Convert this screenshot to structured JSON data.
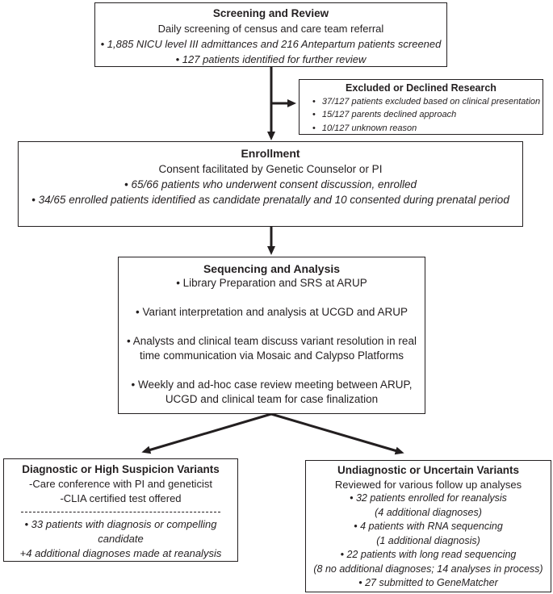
{
  "colors": {
    "text": "#231f20",
    "border": "#231f20",
    "arrow": "#231f20",
    "background": "#ffffff"
  },
  "boxes": {
    "screening": {
      "title": "Screening and Review",
      "subtitle": "Daily screening of census and care team referral",
      "bullets": [
        "1,885 NICU level III admittances and 216 Antepartum patients screened",
        "127 patients identified for further review"
      ]
    },
    "excluded": {
      "title": "Excluded or Declined Research",
      "bullets": [
        "37/127 patients excluded based on clinical presentation",
        "15/127 parents declined approach",
        "10/127 unknown reason"
      ]
    },
    "enrollment": {
      "title": "Enrollment",
      "subtitle": "Consent facilitated by Genetic Counselor or PI",
      "bullets": [
        "65/66 patients who underwent consent discussion, enrolled",
        "34/65 enrolled patients identified as candidate prenatally and 10 consented during prenatal period"
      ]
    },
    "sequencing": {
      "title": "Sequencing and Analysis",
      "bullets": [
        "Library Preparation and SRS at ARUP",
        "Variant interpretation and analysis at UCGD and ARUP",
        "Analysts and clinical team discuss variant resolution in real time communication via Mosaic and Calypso Platforms",
        "Weekly and ad-hoc case review meeting between ARUP, UCGD and clinical team for case finalization"
      ]
    },
    "diagnostic": {
      "title": "Diagnostic or High Suspicion Variants",
      "lines": [
        "-Care conference with PI and geneticist",
        "-CLIA certified test offered"
      ],
      "bullets": [
        "33 patients with diagnosis or compelling candidate"
      ],
      "footnote": "+4 additional diagnoses made at reanalysis"
    },
    "undiagnostic": {
      "title": "Undiagnostic or Uncertain Variants",
      "subtitle": "Reviewed for various follow up analyses",
      "items": [
        {
          "type": "bullet",
          "text": "32 patients enrolled for reanalysis"
        },
        {
          "type": "note",
          "text": "(4 additional diagnoses)"
        },
        {
          "type": "bullet",
          "text": "4 patients with RNA sequencing"
        },
        {
          "type": "note",
          "text": "(1 additional diagnosis)"
        },
        {
          "type": "bullet",
          "text": "22 patients with long read sequencing"
        },
        {
          "type": "note",
          "text": "(8 no additional diagnoses; 14 analyses in process)"
        },
        {
          "type": "bullet",
          "text": "27 submitted to GeneMatcher"
        }
      ]
    }
  }
}
